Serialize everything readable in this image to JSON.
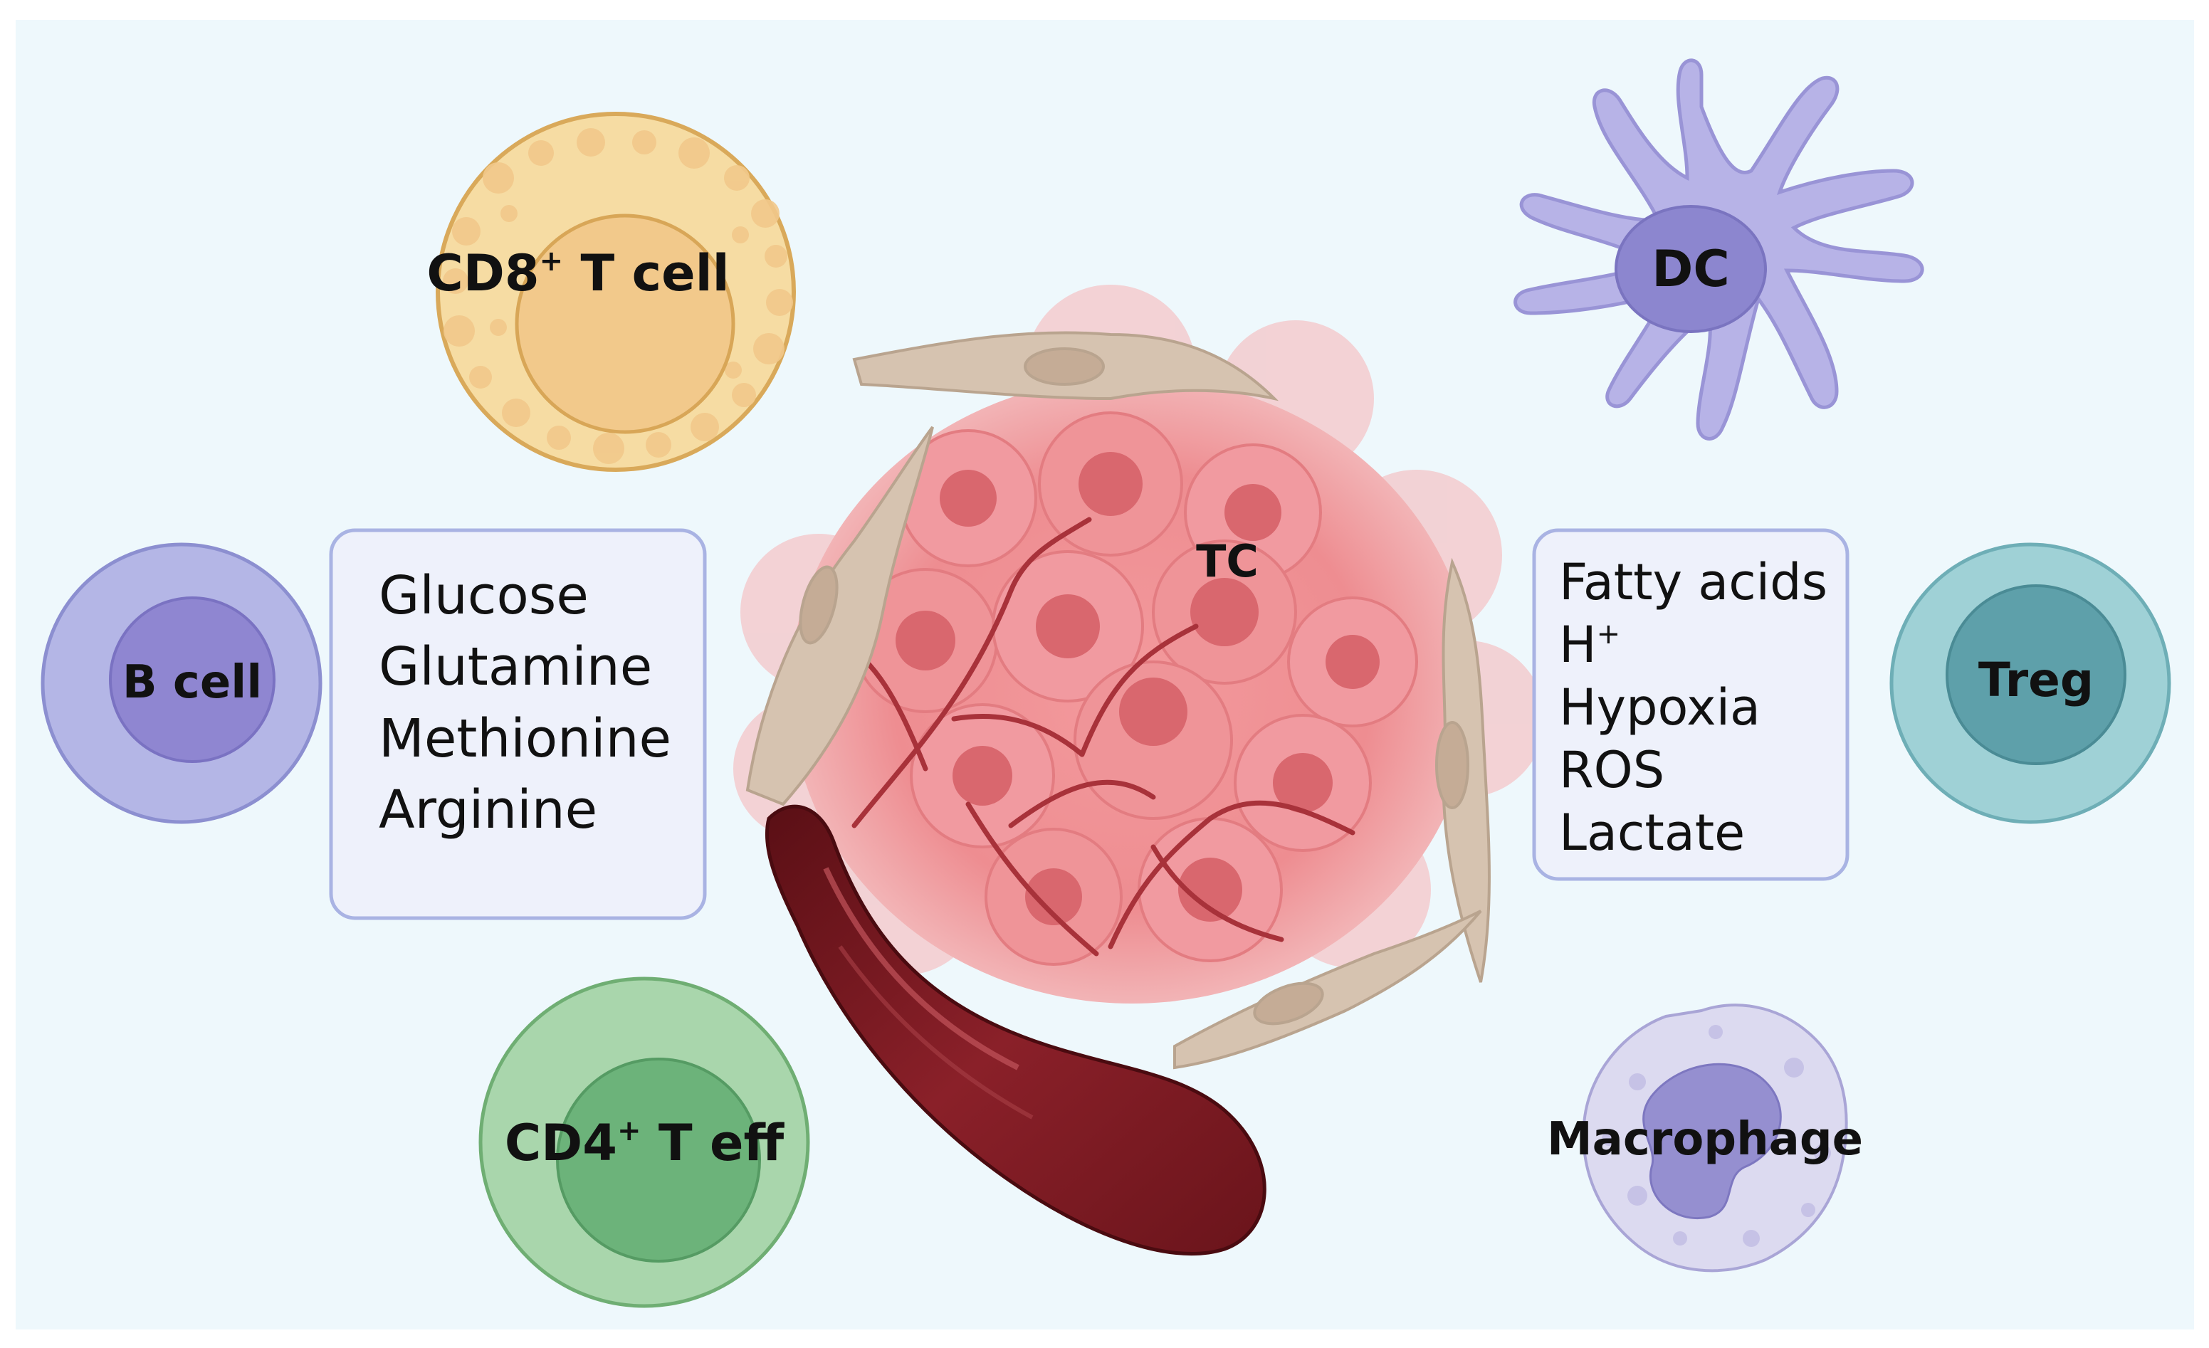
{
  "cells": {
    "cd8": {
      "name": "CD8",
      "sup": "+",
      "rest": " T cell"
    },
    "cd4": {
      "name": "CD4",
      "sup": "+",
      "rest": " T eff"
    },
    "bcell": {
      "label": "B cell"
    },
    "dc": {
      "label": "DC"
    },
    "treg": {
      "label": "Treg"
    },
    "macrophage": {
      "label": "Macrophage"
    },
    "tumor": {
      "label": "TC"
    }
  },
  "nutrients_box": {
    "items": [
      "Glucose",
      "Glutamine",
      "Methionine",
      "Arginine"
    ]
  },
  "tme_box": {
    "items": [
      {
        "text": "Fatty acids",
        "sup": ""
      },
      {
        "text": "H",
        "sup": "+"
      },
      {
        "text": "Hypoxia",
        "sup": ""
      },
      {
        "text": "ROS",
        "sup": ""
      },
      {
        "text": "Lactate",
        "sup": ""
      }
    ]
  },
  "colors": {
    "background": "#eef8fc",
    "cd8": "#f6dca3",
    "bcell": "#b4b6e6",
    "dc": "#b7b3e7",
    "treg": "#9fd1d6",
    "cd4": "#a9d6ac",
    "tumor": "#ee8f93",
    "vessel": "#7a1a22",
    "fibroblast": "#d6c3b0"
  }
}
